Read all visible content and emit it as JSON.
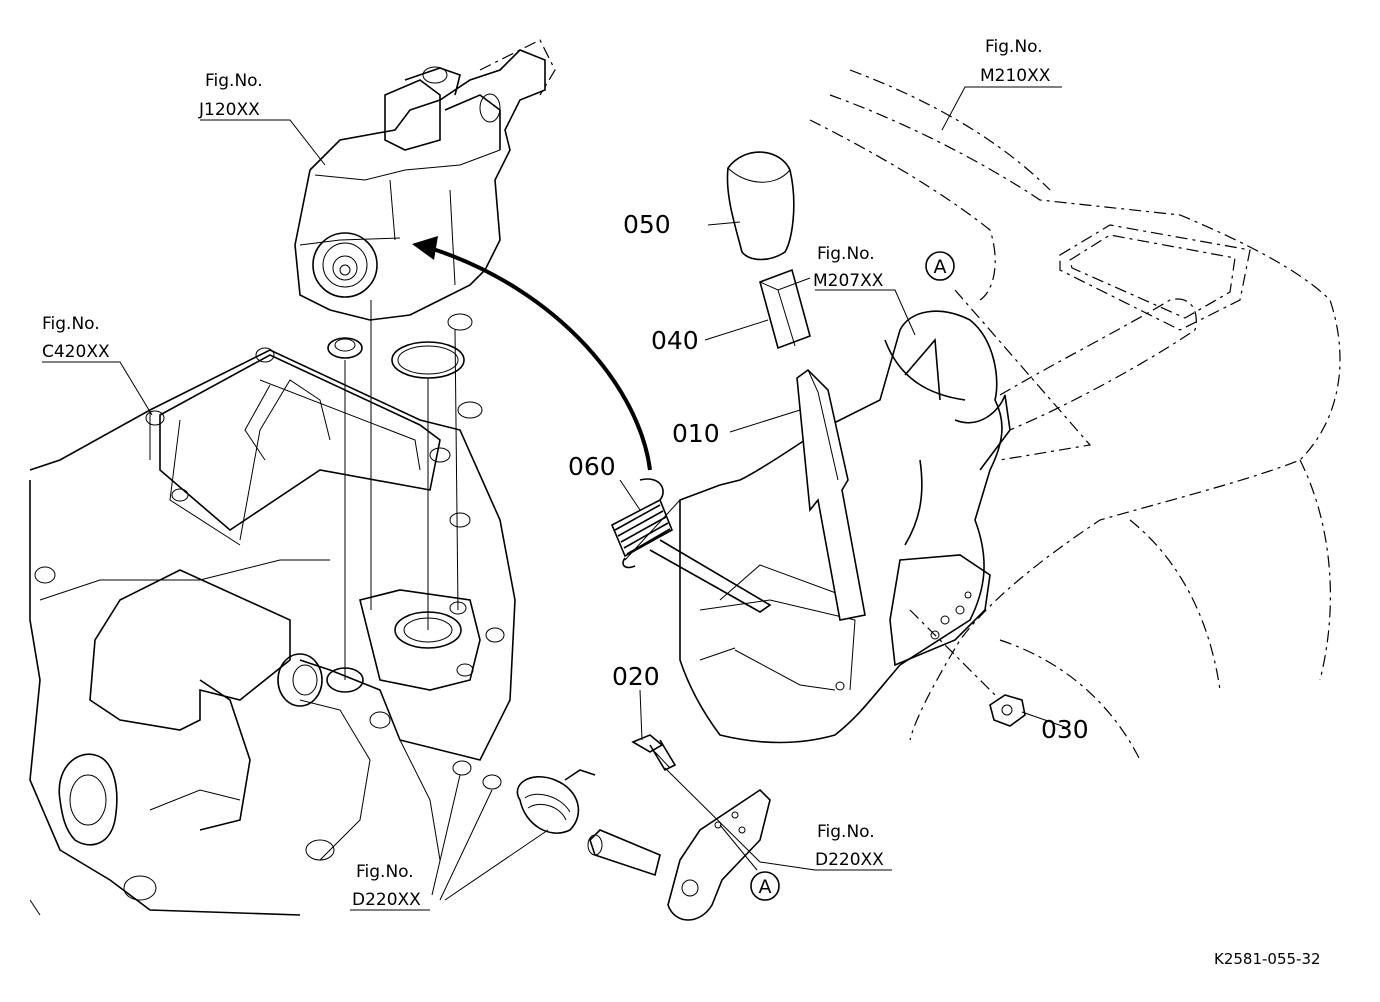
{
  "parts": [
    {
      "id": "p050",
      "label": "050"
    },
    {
      "id": "p040",
      "label": "040"
    },
    {
      "id": "p010",
      "label": "010"
    },
    {
      "id": "p060",
      "label": "060"
    },
    {
      "id": "p020",
      "label": "020"
    },
    {
      "id": "p030",
      "label": "030"
    }
  ],
  "figure_refs": [
    {
      "id": "j120",
      "line1": "Fig.No.",
      "line2": "J120XX"
    },
    {
      "id": "m210",
      "line1": "Fig.No.",
      "line2": "M210XX"
    },
    {
      "id": "m207",
      "line1": "Fig.No.",
      "line2": "M207XX"
    },
    {
      "id": "c420",
      "line1": "Fig.No.",
      "line2": "C420XX"
    },
    {
      "id": "d220a",
      "line1": "Fig.No.",
      "line2": "D220XX"
    },
    {
      "id": "d220b",
      "line1": "Fig.No.",
      "line2": "D220XX"
    }
  ],
  "markers": {
    "a_top": "A",
    "a_bottom": "A"
  },
  "drawing_code": "K2581-055-32"
}
